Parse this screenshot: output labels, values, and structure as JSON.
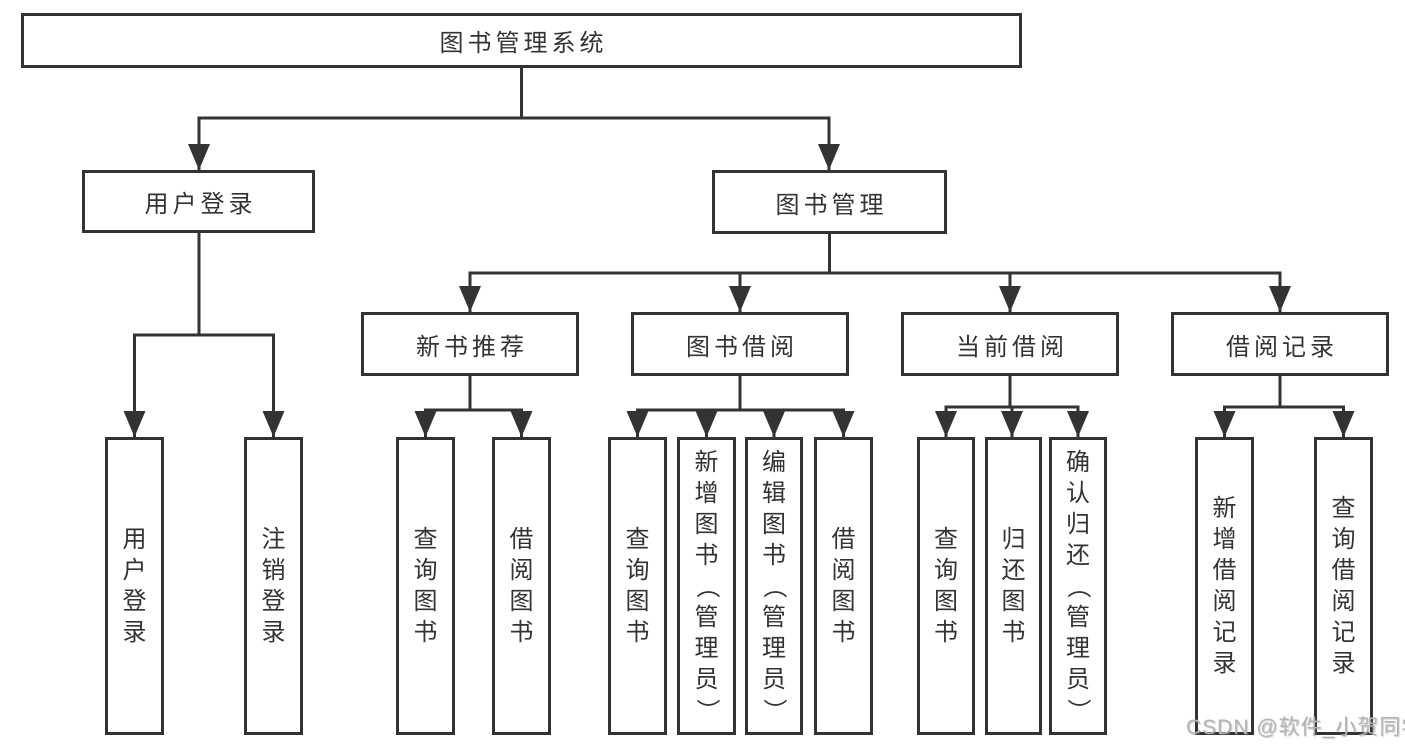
{
  "diagram": {
    "title": "图书管理系统",
    "root": {
      "label": "图书管理系统",
      "children": [
        {
          "label": "用户登录",
          "children": [
            {
              "label": "用户登录"
            },
            {
              "label": "注销登录"
            }
          ]
        },
        {
          "label": "图书管理",
          "children": [
            {
              "label": "新书推荐",
              "children": [
                {
                  "label": "查询图书"
                },
                {
                  "label": "借阅图书"
                }
              ]
            },
            {
              "label": "图书借阅",
              "children": [
                {
                  "label": "查询图书"
                },
                {
                  "label": "新增图书（管理员）"
                },
                {
                  "label": "编辑图书（管理员）"
                },
                {
                  "label": "借阅图书"
                }
              ]
            },
            {
              "label": "当前借阅",
              "children": [
                {
                  "label": "查询图书"
                },
                {
                  "label": "归还图书"
                },
                {
                  "label": "确认归还（管理员）"
                }
              ]
            },
            {
              "label": "借阅记录",
              "children": [
                {
                  "label": "新增借阅记录"
                },
                {
                  "label": "查询借阅记录"
                }
              ]
            }
          ]
        }
      ]
    },
    "colors": {
      "line": "#333333",
      "text": "#333333",
      "box_background": "#ffffff",
      "watermark": "#b4b4b4"
    }
  },
  "watermark": {
    "text": "CSDN @软件_小贺同学"
  }
}
